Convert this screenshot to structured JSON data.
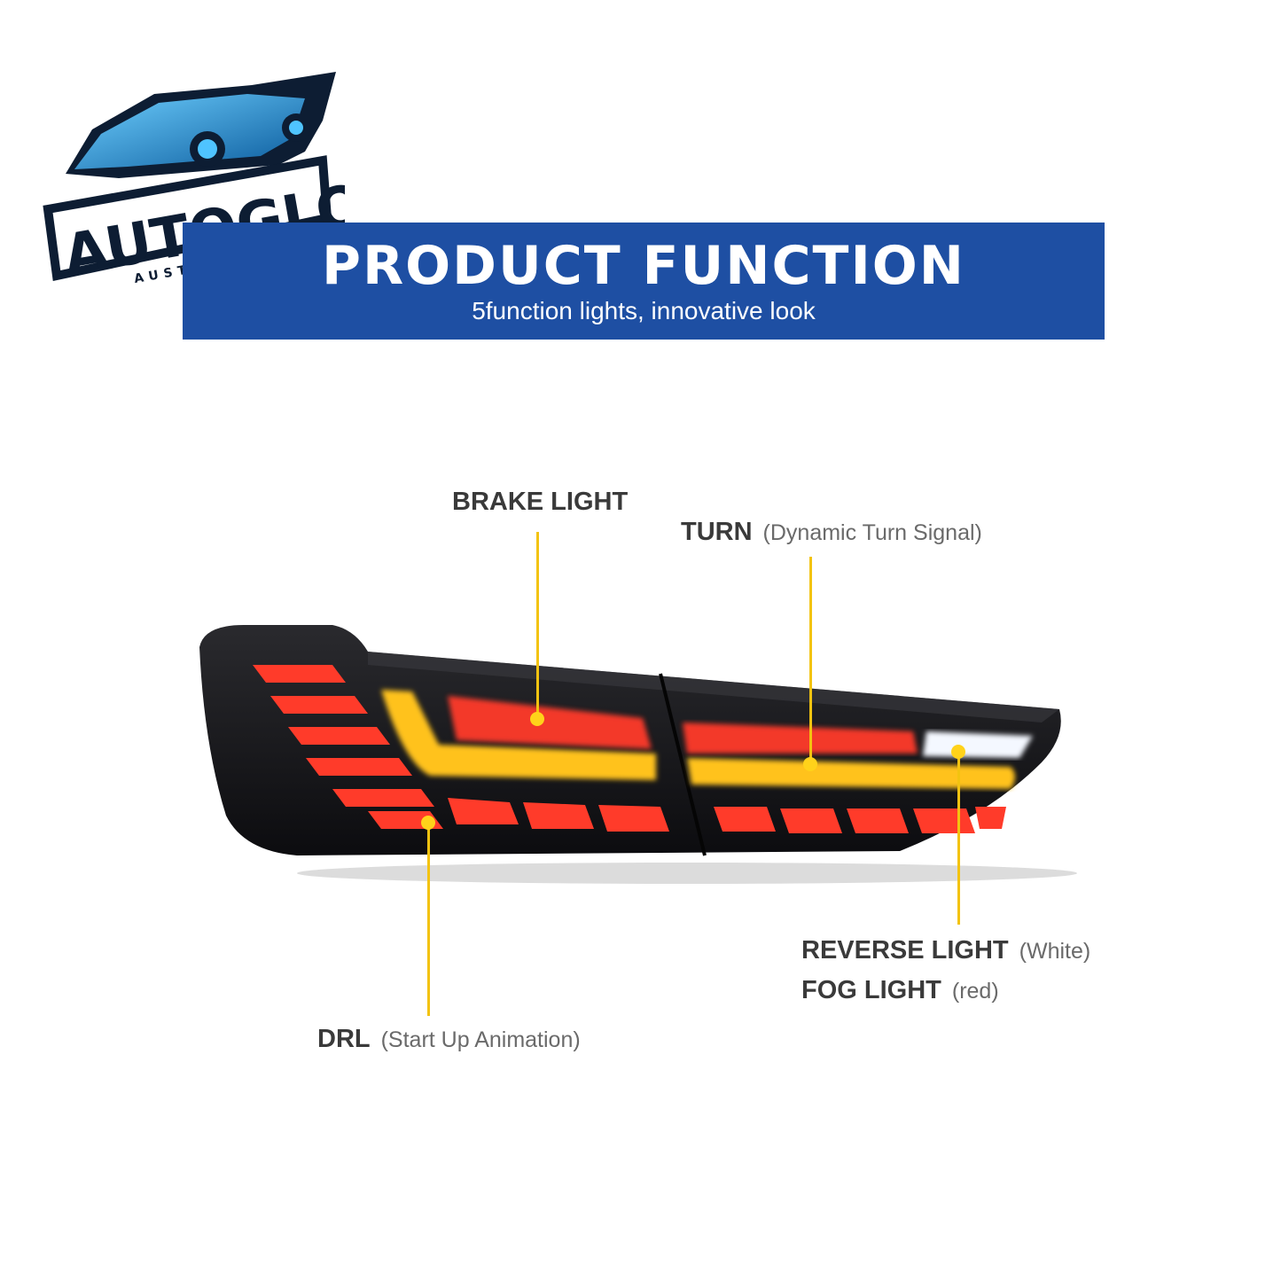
{
  "logo": {
    "text": "AUTOGLO",
    "subtext": "AUSTRALIA"
  },
  "banner": {
    "title": "PRODUCT FUNCTION",
    "subtitle": "5function lights, innovative look",
    "color": "#1e4fa3"
  },
  "callouts": {
    "brake": {
      "label": "BRAKE LIGHT"
    },
    "turn": {
      "label": "TURN",
      "note": "(Dynamic Turn Signal)"
    },
    "reverse": {
      "label": "REVERSE LIGHT",
      "note": "(White)"
    },
    "fog": {
      "label": "FOG LIGHT",
      "note": "(red)"
    },
    "drl": {
      "label": "DRL",
      "note": "(Start Up Animation)"
    }
  },
  "colors": {
    "leader": "#f3c310",
    "lamp_red": "#ff3b2a",
    "lamp_amber": "#ffc21a"
  }
}
